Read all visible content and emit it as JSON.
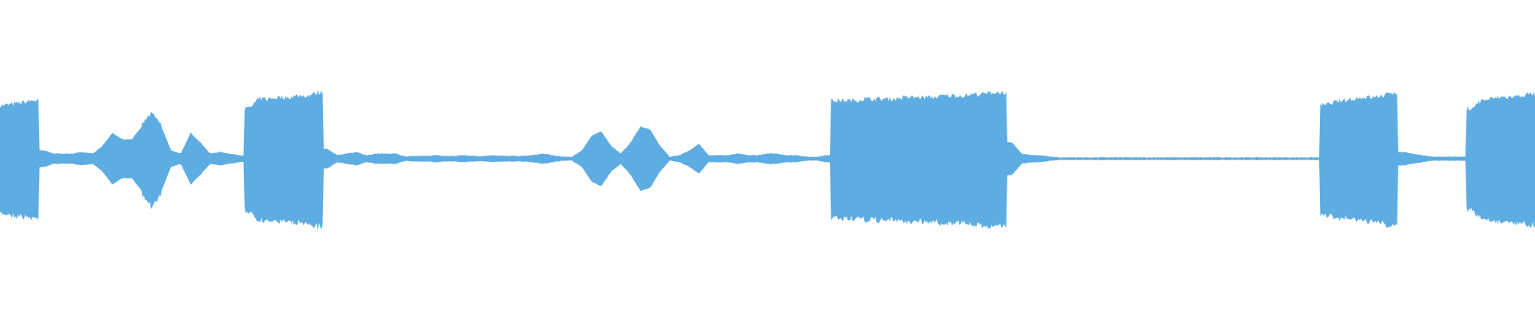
{
  "waveform": {
    "color": "#5dade2",
    "background": "#ffffff",
    "amplitude_envelope": [
      0.32,
      0.33,
      0.34,
      0.35,
      0.05,
      0.03,
      0.03,
      0.03,
      0.04,
      0.03,
      0.08,
      0.16,
      0.12,
      0.12,
      0.2,
      0.27,
      0.2,
      0.05,
      0.03,
      0.16,
      0.1,
      0.03,
      0.04,
      0.03,
      0.02,
      0.3,
      0.36,
      0.36,
      0.37,
      0.37,
      0.38,
      0.38,
      0.4,
      0.06,
      0.02,
      0.03,
      0.04,
      0.02,
      0.03,
      0.03,
      0.03,
      0.01,
      0.015,
      0.015,
      0.02,
      0.015,
      0.015,
      0.02,
      0.015,
      0.015,
      0.02,
      0.015,
      0.015,
      0.015,
      0.02,
      0.03,
      0.02,
      0.01,
      0.01,
      0.05,
      0.14,
      0.17,
      0.08,
      0.03,
      0.1,
      0.2,
      0.18,
      0.08,
      0.01,
      0.02,
      0.05,
      0.09,
      0.02,
      0.02,
      0.02,
      0.03,
      0.02,
      0.02,
      0.03,
      0.03,
      0.02,
      0.02,
      0.01,
      0.01,
      0.02,
      0.35,
      0.35,
      0.35,
      0.36,
      0.36,
      0.36,
      0.36,
      0.37,
      0.37,
      0.37,
      0.37,
      0.38,
      0.38,
      0.38,
      0.39,
      0.39,
      0.4,
      0.4,
      0.1,
      0.03,
      0.02,
      0.02,
      0.01,
      0.006,
      0.006,
      0.006,
      0.006,
      0.006,
      0.006,
      0.006,
      0.006,
      0.006,
      0.006,
      0.006,
      0.006,
      0.006,
      0.006,
      0.006,
      0.006,
      0.006,
      0.006,
      0.006,
      0.006,
      0.006,
      0.006,
      0.006,
      0.006,
      0.006,
      0.006,
      0.006,
      0.32,
      0.34,
      0.35,
      0.36,
      0.37,
      0.37,
      0.38,
      0.4,
      0.04,
      0.03,
      0.02,
      0.01,
      0.01,
      0.01,
      0.01,
      0.3,
      0.35,
      0.36,
      0.37,
      0.37,
      0.38,
      0.39
    ]
  }
}
